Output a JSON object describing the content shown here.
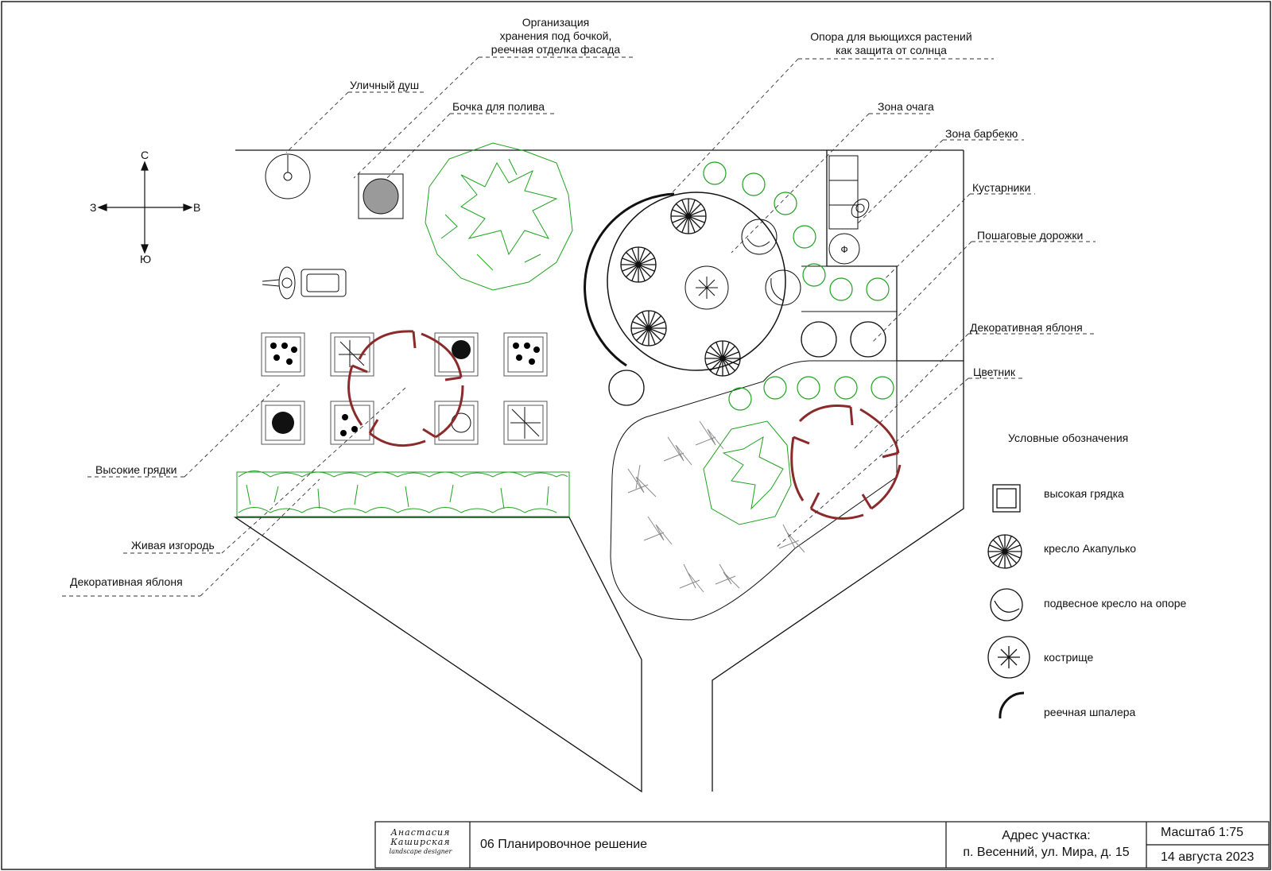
{
  "compass": {
    "north": "С",
    "south": "Ю",
    "west": "З",
    "east": "В"
  },
  "callouts": {
    "storage": [
      "Организация",
      "хранения под бочкой,",
      "реечная отделка фасада"
    ],
    "shower": "Уличный душ",
    "barrel": "Бочка для полива",
    "trellis": [
      "Опора для вьющихся растений",
      "как защита от солнца"
    ],
    "fire_zone": "Зона очага",
    "bbq_zone": "Зона барбекю",
    "shrubs": "Кустарники",
    "stepping_paths": "Пошаговые дорожки",
    "apple_right": "Декоративная яблоня",
    "flowerbed": "Цветник",
    "raised_beds": "Высокие грядки",
    "hedge": "Живая изгородь",
    "apple_left": "Декоративная яблоня"
  },
  "legend": {
    "title": "Условные обозначения",
    "items": [
      {
        "icon": "raised-bed-icon",
        "label": "высокая грядка"
      },
      {
        "icon": "acapulco-chair-icon",
        "label": "кресло Акапулько"
      },
      {
        "icon": "hanging-chair-icon",
        "label": "подвесное кресло на опоре"
      },
      {
        "icon": "firepit-icon",
        "label": "кострище"
      },
      {
        "icon": "slatted-trellis-icon",
        "label": "реечная шпалера"
      }
    ]
  },
  "title_block": {
    "logo": {
      "line1": "Анастасия",
      "line2": "Каширская",
      "line3": "landscape designer"
    },
    "sheet_title": "06 Планировочное решение",
    "address_label": "Адрес участка:",
    "address": "п. Весенний, ул. Мира, д. 15",
    "scale": "Масштаб 1:75",
    "date": "14 августа 2023"
  },
  "colors": {
    "tree_outline": "#8b2a2a",
    "greenery": "#1ea31e",
    "gray_plants": "#8a8a8a",
    "ink": "#111111"
  }
}
